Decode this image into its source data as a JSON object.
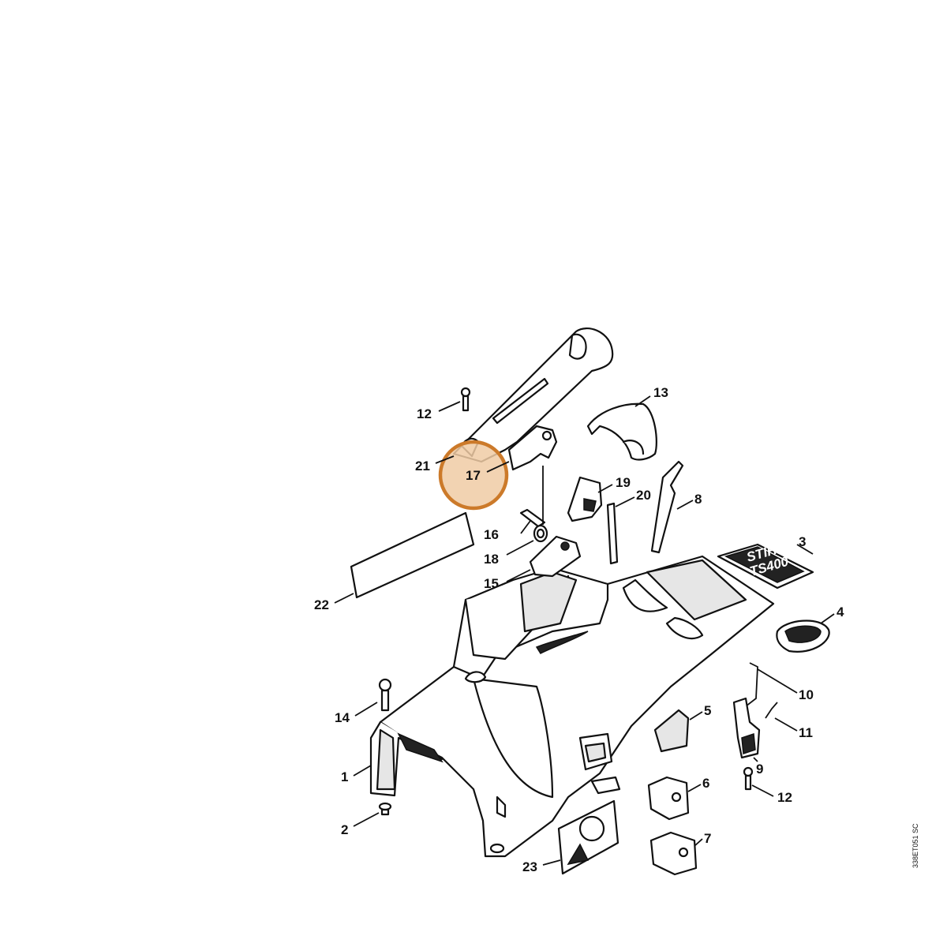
{
  "highlight": {
    "callout": "17",
    "fill": "#f0cba4",
    "stroke": "#cc7a2a"
  },
  "decal": {
    "line1": "STIHL",
    "line2": "TS400"
  },
  "drawing_code": "338ET051 SC",
  "callouts": {
    "c1": "1",
    "c2": "2",
    "c3": "3",
    "c4": "4",
    "c5": "5",
    "c6": "6",
    "c7": "7",
    "c8": "8",
    "c9": "9",
    "c10": "10",
    "c11": "11",
    "c12a": "12",
    "c12b": "12",
    "c13": "13",
    "c14": "14",
    "c15": "15",
    "c16": "16",
    "c17": "17",
    "c18": "18",
    "c19": "19",
    "c20": "20",
    "c21": "21",
    "c22": "22",
    "c23": "23"
  }
}
